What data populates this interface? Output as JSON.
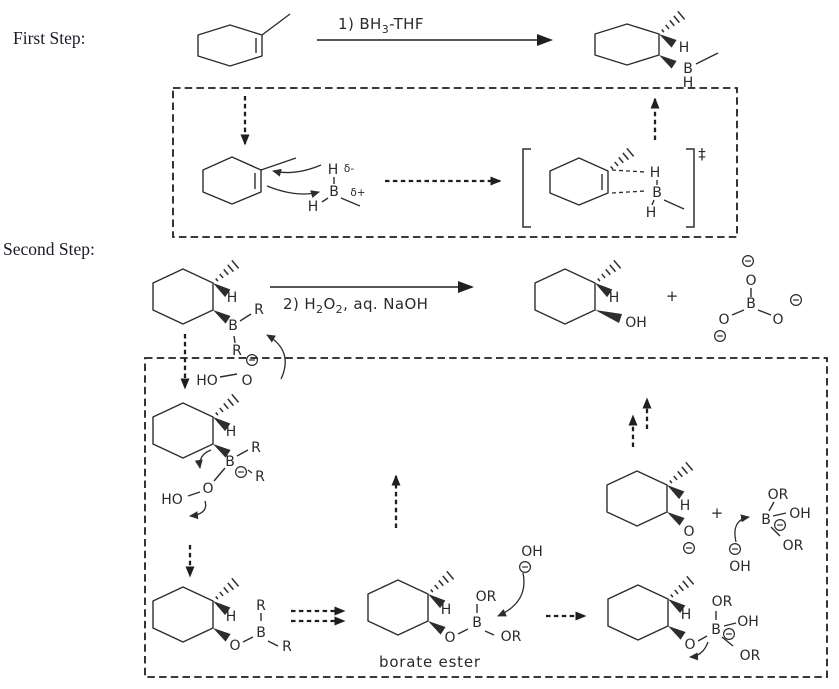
{
  "colors": {
    "background": "#ffffff",
    "structure_ink": "#2d2d2d",
    "arrow_ink": "#1f1f1f",
    "serif_label_ink": "#1b1b26"
  },
  "labels": {
    "first_step": "First Step:",
    "second_step": "Second Step:",
    "borate_ester": "borate ester"
  },
  "reagents": {
    "step1": {
      "prefix": "1) BH",
      "subscript": "3",
      "suffix": "-THF"
    },
    "step2": {
      "p1": "2) H",
      "s1": "2",
      "p2": "O",
      "s2": "2",
      "p3": ", aq. NaOH"
    }
  },
  "atoms": {
    "hydrogen": "H",
    "boron": "B",
    "oxygen": "O",
    "r_group": "R",
    "or_group": "OR",
    "hydroxyl": "OH",
    "ho": "HO",
    "plus": "+",
    "delta_minus": "δ-",
    "delta_plus": "δ+",
    "transition_state": "‡"
  },
  "icons": {
    "minus_charge_icon": "⊖",
    "solid_arrowhead": "filled triangle",
    "dashed_arrow": "bold dashed progress arrow",
    "hash_wedge_bond": "stereochemistry dashed wedge",
    "bold_wedge_bond": "stereochemistry solid wedge"
  }
}
